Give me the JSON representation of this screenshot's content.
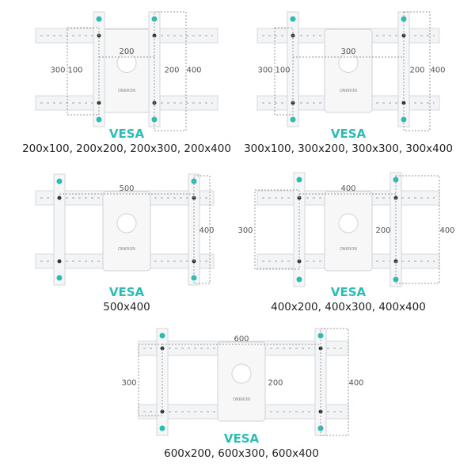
{
  "brand": "ONKRON",
  "accent_color": "#2bbcb4",
  "panels": [
    {
      "title": "VESA",
      "sizes": "200x100, 200x200, 200x300, 200x400",
      "top_label": "200",
      "left_labels": [
        "300",
        "100"
      ],
      "right_labels": [
        "200",
        "400"
      ]
    },
    {
      "title": "VESA",
      "sizes": "300x100, 300x200, 300x300, 300x400",
      "top_label": "300",
      "left_labels": [
        "300",
        "100"
      ],
      "right_labels": [
        "200",
        "400"
      ]
    },
    {
      "title": "VESA",
      "sizes": "500x400",
      "top_label": "500",
      "left_labels": [],
      "right_labels": [
        "400"
      ]
    },
    {
      "title": "VESA",
      "sizes": "400x200, 400x300, 400x400",
      "top_label": "400",
      "left_labels": [
        "300"
      ],
      "right_labels": [
        "200",
        "400"
      ]
    },
    {
      "title": "VESA",
      "sizes": "600x200, 600x300, 600x400",
      "top_label": "600",
      "left_labels": [
        "300"
      ],
      "right_labels": [
        "200",
        "400"
      ]
    }
  ]
}
